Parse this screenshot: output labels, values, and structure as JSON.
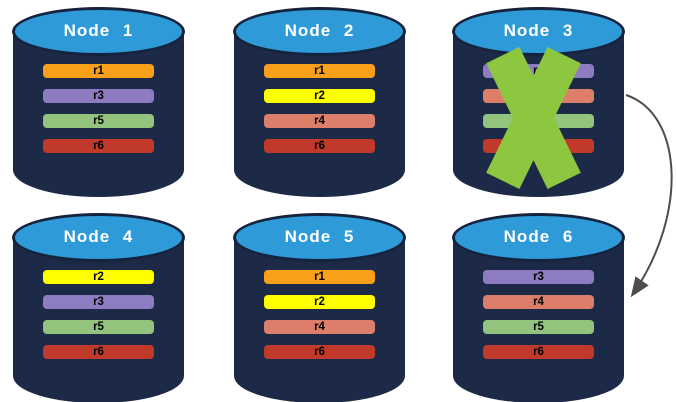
{
  "diagram": {
    "description": "Six database nodes holding replicated rows; Node 3 is failed (green X) and its data is redirected to Node 6",
    "nodes": [
      {
        "label": "Node 1",
        "rows": [
          "r1",
          "r3",
          "r5",
          "r6"
        ],
        "failed": false
      },
      {
        "label": "Node 2",
        "rows": [
          "r1",
          "r2",
          "r4",
          "r6"
        ],
        "failed": false
      },
      {
        "label": "Node 3",
        "rows": [
          "r3",
          "r4",
          "r5",
          "r6"
        ],
        "failed": true
      },
      {
        "label": "Node 4",
        "rows": [
          "r2",
          "r3",
          "r5",
          "r6"
        ],
        "failed": false
      },
      {
        "label": "Node 5",
        "rows": [
          "r1",
          "r2",
          "r4",
          "r6"
        ],
        "failed": false
      },
      {
        "label": "Node 6",
        "rows": [
          "r3",
          "r4",
          "r5",
          "r6"
        ],
        "failed": false
      }
    ],
    "arrow": {
      "from": "Node 3",
      "to": "Node 6"
    },
    "colors": {
      "background": "#FFFFFF",
      "cylinder_body": "#1C2A47",
      "cylinder_top": "#2E9BD8",
      "cylinder_border": "#16233E",
      "node_label_text": "#FFFFFF",
      "bar_label_text": "#000000",
      "failed_x": "#8DC63F",
      "arrow_stroke": "#4D4D4D",
      "rows": {
        "r1": "#F9A01B",
        "r2": "#FFFF00",
        "r3": "#8E7CC3",
        "r4": "#DD7E6B",
        "r5": "#93C47D",
        "r6": "#C0392B"
      }
    }
  }
}
